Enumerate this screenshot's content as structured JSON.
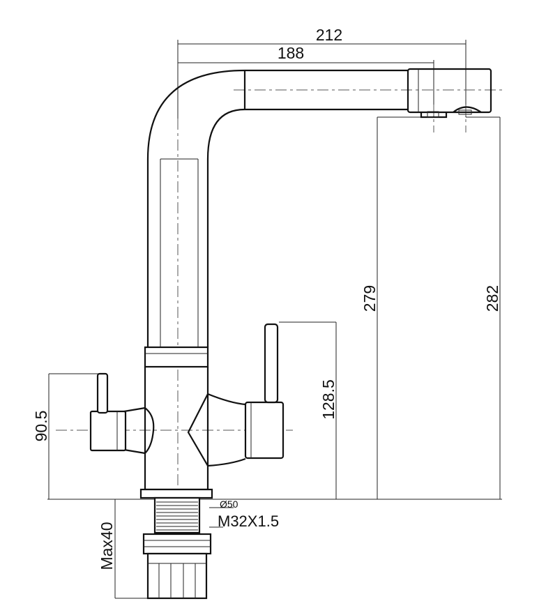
{
  "dimensions": {
    "overall_reach": "212",
    "spout_reach": "188",
    "outlet_height_front": "279",
    "outlet_height_rear": "282",
    "main_lever_height": "128.5",
    "side_lever_height": "90.5",
    "base_diameter": "Ø50",
    "thread": "M32X1.5",
    "max_deck_thickness": "Max40"
  }
}
